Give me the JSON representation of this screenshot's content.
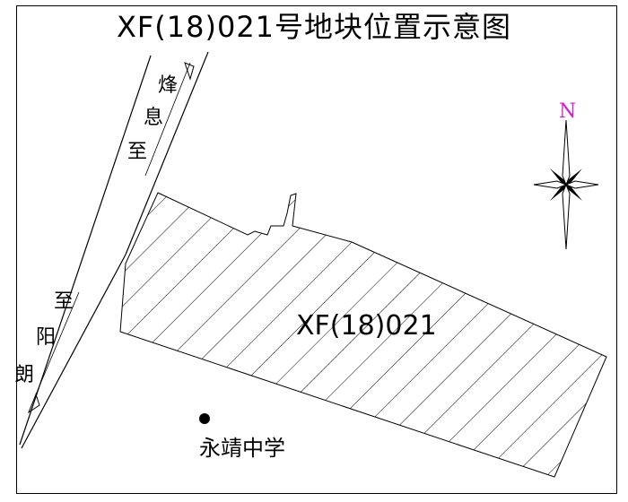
{
  "map": {
    "title": "XF(18)021号地块位置示意图",
    "parcel_label": "XF(18)021",
    "road_1_chars": [
      "烽",
      "息",
      "至"
    ],
    "road_2_chars": [
      "至",
      "阳",
      "朗"
    ],
    "school_label": "永靖中学",
    "north_label": "N",
    "colors": {
      "line": "#000000",
      "north_label": "#d81ad8",
      "background": "#ffffff"
    },
    "icons": {
      "compass": "compass-rose-icon",
      "school_marker": "dot-marker-icon",
      "road_arrow": "arrow-icon"
    }
  }
}
